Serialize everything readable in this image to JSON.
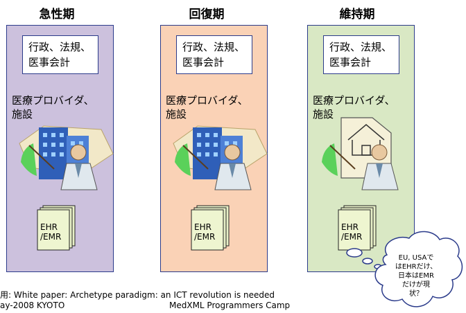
{
  "phases": [
    {
      "title": "急性期",
      "admin": "行政、法規、\n医事会計",
      "provider": "医療プロバイダ、\n施設",
      "record": "EHR\n/EMR",
      "color": "#ccc1dd"
    },
    {
      "title": "回復期",
      "admin": "行政、法規、\n医事会計",
      "provider": "医療プロバイダ、\n施設",
      "record": "EHR\n/EMR",
      "color": "#fad2b6"
    },
    {
      "title": "維持期",
      "admin": "行政、法規、\n医事会計",
      "provider": "医療プロバイダ、\n施設",
      "record": "EHR\n/EMR",
      "color": "#d9e8c4"
    }
  ],
  "callout": "EU, USAで\nはEHRだけ、\n日本はEMR\nだけが現\n状？",
  "footer": {
    "citation": "用: White paper: Archetype paradigm: an ICT revolution is needed",
    "date": "ay-2008 KYOTO",
    "event": "MedXML Programmers Camp"
  }
}
